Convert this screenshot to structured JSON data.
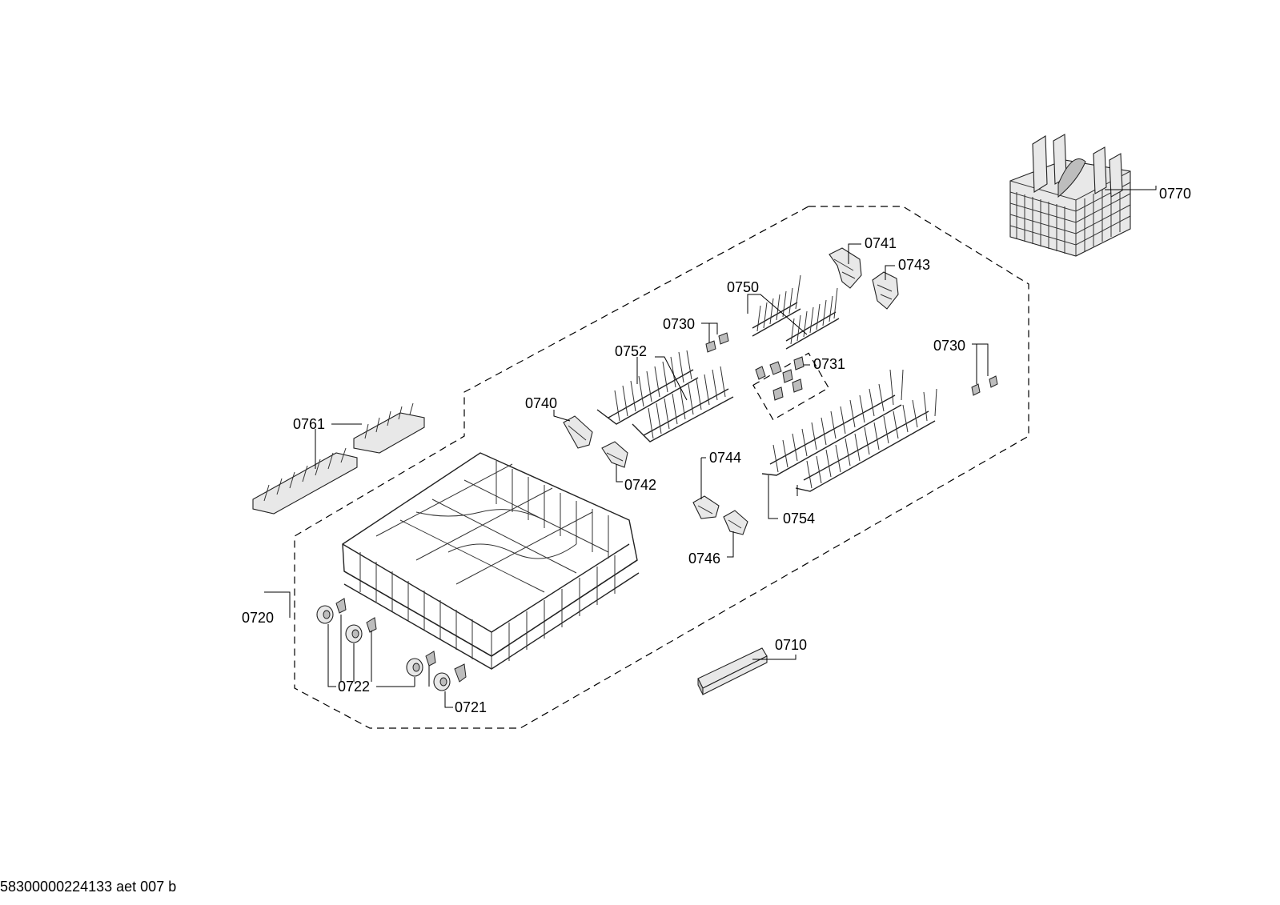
{
  "labels": {
    "p0770": "0770",
    "p0741": "0741",
    "p0743": "0743",
    "p0750": "0750",
    "p0730a": "0730",
    "p0730b": "0730",
    "p0752": "0752",
    "p0731": "0731",
    "p0740": "0740",
    "p0761": "0761",
    "p0742": "0742",
    "p0744": "0744",
    "p0754": "0754",
    "p0746": "0746",
    "p0720": "0720",
    "p0710": "0710",
    "p0722": "0722",
    "p0721": "0721"
  },
  "footer": {
    "document_code": "58300000224133 aet 007 b"
  }
}
